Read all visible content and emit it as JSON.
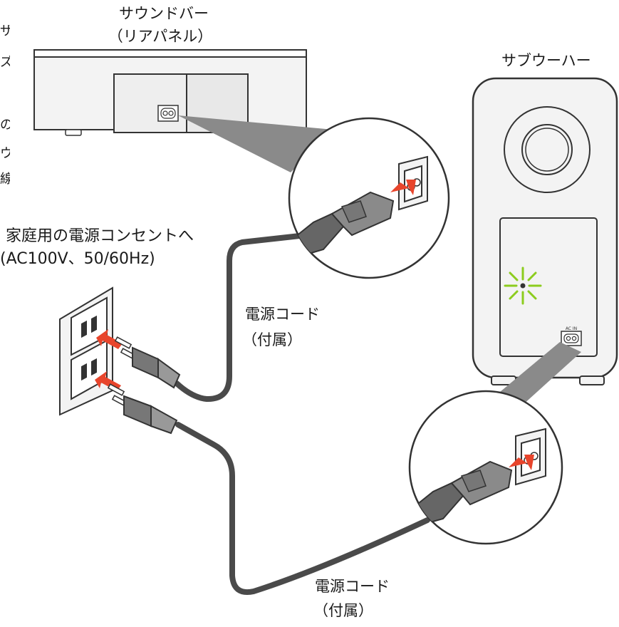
{
  "labels": {
    "soundbar_title": "サウンドバー",
    "soundbar_sub": "（リアパネル）",
    "subwoofer_title": "サブウーハー",
    "outlet_line1": "家庭用の電源コンセントへ",
    "outlet_line2": "(AC100V、50/60Hz)",
    "cord1_line1": "電源コード",
    "cord1_line2": "（付属）",
    "cord2_line1": "電源コード",
    "cord2_line2": "（付属）",
    "panel_port_label": "AC IN",
    "cropped_left_chars": [
      "ザ",
      "ズ",
      "",
      "の",
      "ウ",
      "線"
    ]
  },
  "colors": {
    "outline": "#333333",
    "cable": "#4a4a4a",
    "arrow": "#e8452c",
    "indicator": "#8ccc1e",
    "shadow_cone": "#8a8a8a",
    "plug_body": "#777777",
    "device_fill": "#f3f3f3"
  }
}
